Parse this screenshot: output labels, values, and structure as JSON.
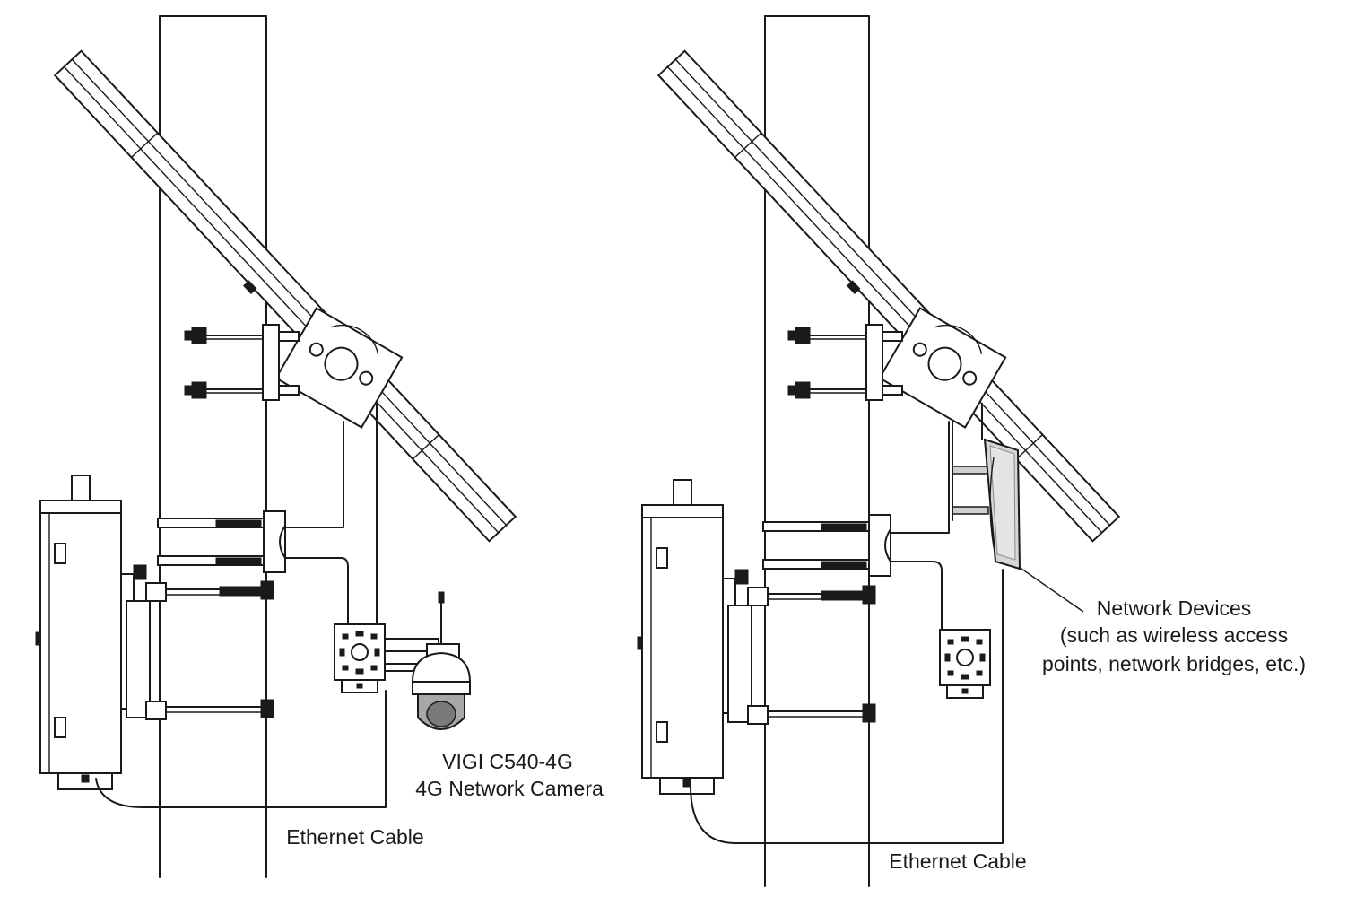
{
  "left_diagram": {
    "camera_label_line1": "VIGI C540-4G",
    "camera_label_line2": "4G Network Camera",
    "cable_label": "Ethernet Cable"
  },
  "right_diagram": {
    "devices_label_line1": "Network Devices",
    "devices_label_line2": "(such as wireless access",
    "devices_label_line3": "points, network bridges, etc.)",
    "cable_label": "Ethernet Cable"
  }
}
